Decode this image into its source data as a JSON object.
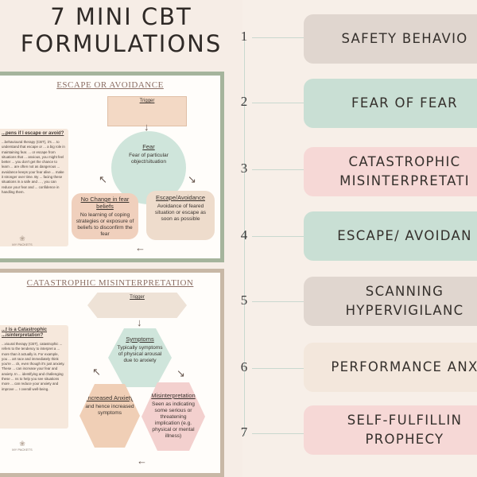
{
  "title_line1": "7 MINI CBT",
  "title_line2": "FORMULATIONS",
  "card1": {
    "title": "ESCAPE OR AVOIDANCE",
    "sidebox_head": "...pens if I escape or avoid?",
    "sidebox_text": "...behavioural therapy (CBT), it's ... to understand that escape or ... a big role in maintaining fear. ... or escape from situations that ... anxious, you might feel better ... you don't get the chance to learn ... are often not as dangerous ... avoidance keeps your fear alive ... make it stronger over time. By ... facing these situations in a safe and ... , you can reduce your fear and ... confidence in handling them.",
    "logo_text": "MY PACKETS",
    "trigger": "Trigger",
    "fear_head": "Fear",
    "fear_body": "Fear of particular object/situation",
    "nochange_head": "No Change in fear beliefs",
    "nochange_body": "No learning of coping strategies or exposure of beliefs to disconfirm the fear",
    "escape_head": "Escape/Avoidance",
    "escape_body": "Avoidance of feared situation or escape as soon as possible"
  },
  "card2": {
    "title": "CATASTROPHIC MISINTERPRETATION",
    "sidebox_head": "...t is a Catastrophic ...isinterpretation?",
    "sidebox_text": "...vioural therapy (CBT), catastrophic ... refers to the tendency to interpret a ... more than it actually is. For example, you ... art race and immediately think you're ... ck, even though it's just anxiety. These ... can increase your fear and anxiety. In ... identifying and challenging these ... ns to help you see situations more ... can reduce your anxiety and improve ... r overall well-being.",
    "logo_text": "MY PACKETS",
    "trigger": "Trigger",
    "symptoms_head": "Symptoms",
    "symptoms_body": "Typically symptoms of physical arousal due to anxiety",
    "anxiety_head": "Increased Anxiety",
    "anxiety_body": "and hence increased symptoms",
    "misint_head": "Misinterpretation",
    "misint_body": "Seen as indicating some serious or threatening implication (e.g. physical or mental illness)"
  },
  "items": [
    {
      "num": "1",
      "line1": "SAFETY BEHAVIO",
      "line2": "",
      "color": "#e0d6cf"
    },
    {
      "num": "2",
      "line1": "FEAR OF FEAR",
      "line2": "",
      "color": "#c9dfd4"
    },
    {
      "num": "3",
      "line1": "CATASTROPHIC",
      "line2": "MISINTERPRETATI",
      "color": "#f6d8d6"
    },
    {
      "num": "4",
      "line1": "ESCAPE/ AVOIDAN",
      "line2": "",
      "color": "#c9dfd4"
    },
    {
      "num": "5",
      "line1": "SCANNING",
      "line2": "HYPERVIGILANC",
      "color": "#e0d6cf"
    },
    {
      "num": "6",
      "line1": "PERFORMANCE ANX",
      "line2": "",
      "color": "#f3e7dc"
    },
    {
      "num": "7",
      "line1": "SELF-FULFILLIN",
      "line2": "PROPHECY",
      "color": "#f6d8d6"
    }
  ]
}
